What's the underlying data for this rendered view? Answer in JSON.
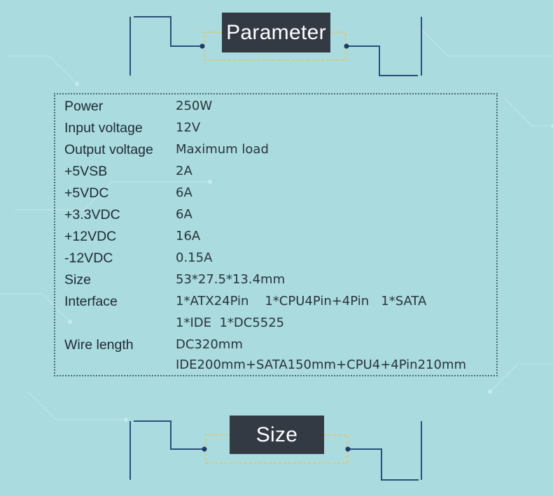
{
  "header": {
    "title": "Parameter"
  },
  "specs": [
    {
      "label": "Power",
      "value": "250W"
    },
    {
      "label": "Input voltage",
      "value": "12V"
    },
    {
      "label": "Output voltage",
      "value": "Maximum load"
    },
    {
      "label": "+5VSB",
      "value": "2A"
    },
    {
      "label": "+5VDC",
      "value": "6A"
    },
    {
      "label": "+3.3VDC",
      "value": "6A"
    },
    {
      "label": "+12VDC",
      "value": "16A"
    },
    {
      "label": "-12VDC",
      "value": "0.15A"
    },
    {
      "label": "Size",
      "value": "53*27.5*13.4mm"
    },
    {
      "label": "Interface",
      "value": "1*ATX24Pin    1*CPU4Pin+4Pin   1*SATA"
    },
    {
      "label": "",
      "value": "1*IDE  1*DC5525"
    },
    {
      "label": "Wire length",
      "value": "DC320mm"
    },
    {
      "label": "",
      "value": "IDE200mm+SATA150mm+CPU4+4Pin210mm"
    }
  ],
  "footer": {
    "title": "Size"
  },
  "colors": {
    "background": "#a9dbdf",
    "title_box": "#343a44",
    "circuit_line": "#2a4f78",
    "dashed_accent": "#f2c14e"
  }
}
